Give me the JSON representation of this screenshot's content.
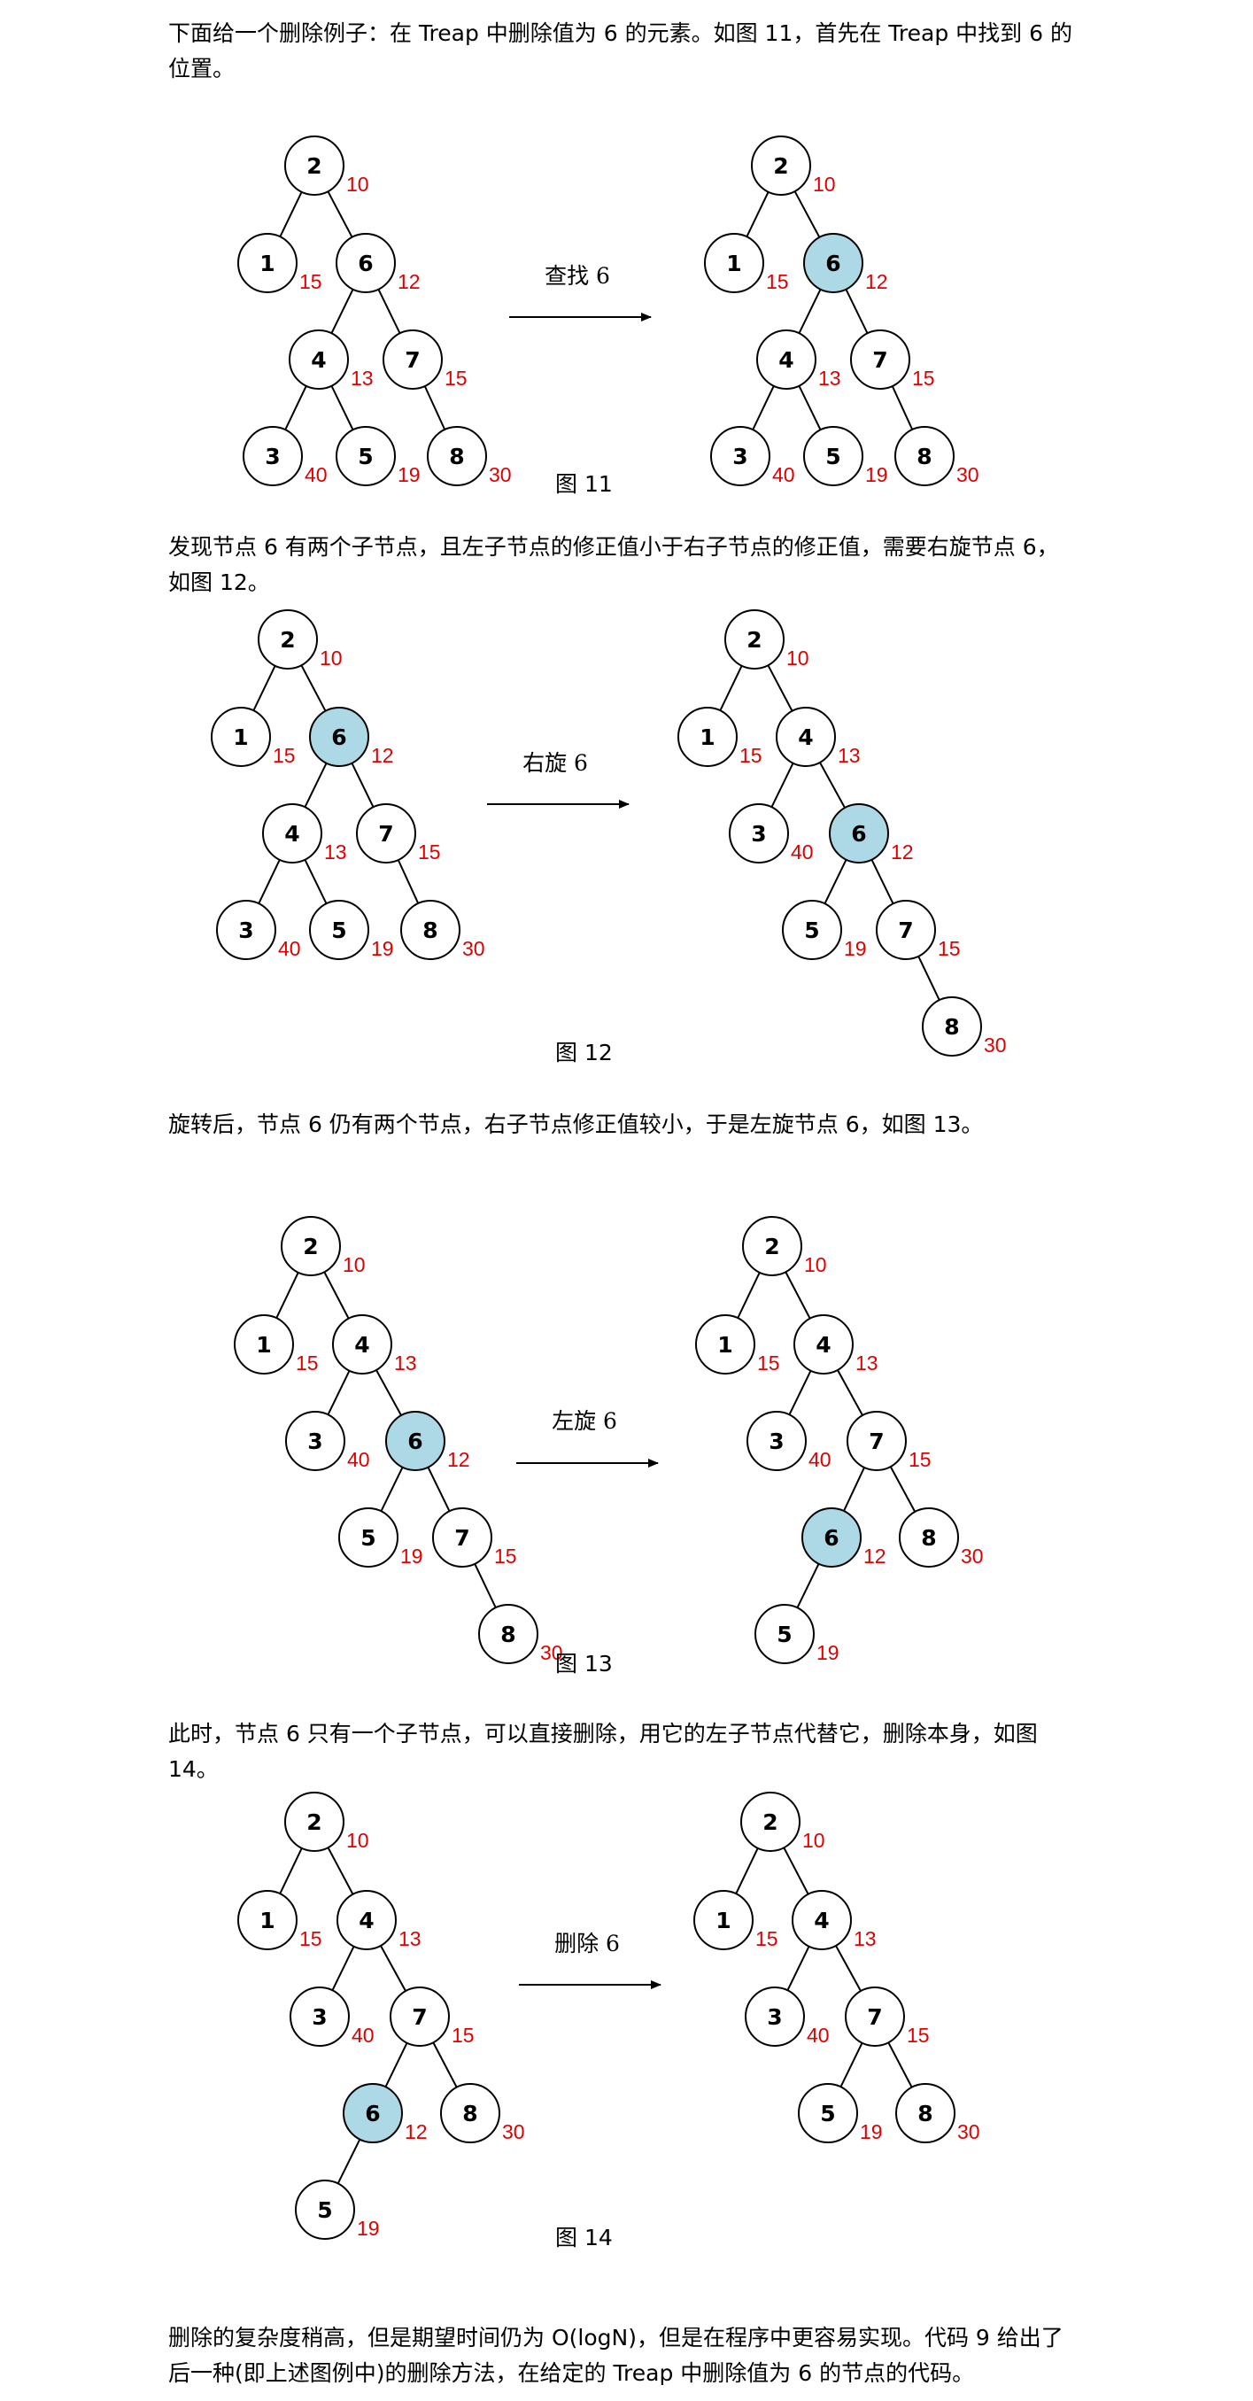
{
  "paragraphs": {
    "p1": "下面给一个删除例子：在 Treap 中删除值为 6 的元素。如图 11，首先在 Treap 中找到 6 的位置。",
    "p2": "发现节点 6 有两个子节点，且左子节点的修正值小于右子节点的修正值，需要右旋节点 6，如图 12。",
    "p3": "旋转后，节点 6 仍有两个节点，右子节点修正值较小，于是左旋节点 6，如图 13。",
    "p4": "此时，节点 6 只有一个子节点，可以直接删除，用它的左子节点代替它，删除本身，如图 14。",
    "p5": "删除的复杂度稍高，但是期望时间仍为 O(logN)，但是在程序中更容易实现。代码 9 给出了后一种(即上述图例中)的删除方法，在给定的 Treap 中删除值为 6 的节点的代码。"
  },
  "figures": [
    {
      "caption": "图 11",
      "arrow_label": "查找 6",
      "before": {
        "nodes": [
          {
            "id": "n2",
            "key": "2",
            "priority": "10",
            "highlighted": false
          },
          {
            "id": "n1",
            "key": "1",
            "priority": "15",
            "highlighted": false
          },
          {
            "id": "n6",
            "key": "6",
            "priority": "12",
            "highlighted": false
          },
          {
            "id": "n4",
            "key": "4",
            "priority": "13",
            "highlighted": false
          },
          {
            "id": "n7",
            "key": "7",
            "priority": "15",
            "highlighted": false
          },
          {
            "id": "n3",
            "key": "3",
            "priority": "40",
            "highlighted": false
          },
          {
            "id": "n5",
            "key": "5",
            "priority": "19",
            "highlighted": false
          },
          {
            "id": "n8",
            "key": "8",
            "priority": "30",
            "highlighted": false
          }
        ],
        "edges": [
          [
            "n2",
            "n1"
          ],
          [
            "n2",
            "n6"
          ],
          [
            "n6",
            "n4"
          ],
          [
            "n6",
            "n7"
          ],
          [
            "n4",
            "n3"
          ],
          [
            "n4",
            "n5"
          ],
          [
            "n7",
            "n8"
          ]
        ]
      },
      "after": {
        "nodes": [
          {
            "id": "n2",
            "key": "2",
            "priority": "10",
            "highlighted": false
          },
          {
            "id": "n1",
            "key": "1",
            "priority": "15",
            "highlighted": false
          },
          {
            "id": "n6",
            "key": "6",
            "priority": "12",
            "highlighted": true
          },
          {
            "id": "n4",
            "key": "4",
            "priority": "13",
            "highlighted": false
          },
          {
            "id": "n7",
            "key": "7",
            "priority": "15",
            "highlighted": false
          },
          {
            "id": "n3",
            "key": "3",
            "priority": "40",
            "highlighted": false
          },
          {
            "id": "n5",
            "key": "5",
            "priority": "19",
            "highlighted": false
          },
          {
            "id": "n8",
            "key": "8",
            "priority": "30",
            "highlighted": false
          }
        ],
        "edges": [
          [
            "n2",
            "n1"
          ],
          [
            "n2",
            "n6"
          ],
          [
            "n6",
            "n4"
          ],
          [
            "n6",
            "n7"
          ],
          [
            "n4",
            "n3"
          ],
          [
            "n4",
            "n5"
          ],
          [
            "n7",
            "n8"
          ]
        ]
      }
    },
    {
      "caption": "图 12",
      "arrow_label": "右旋 6",
      "before": {
        "nodes": [
          {
            "id": "n2",
            "key": "2",
            "priority": "10",
            "highlighted": false
          },
          {
            "id": "n1",
            "key": "1",
            "priority": "15",
            "highlighted": false
          },
          {
            "id": "n6",
            "key": "6",
            "priority": "12",
            "highlighted": true
          },
          {
            "id": "n4",
            "key": "4",
            "priority": "13",
            "highlighted": false
          },
          {
            "id": "n7",
            "key": "7",
            "priority": "15",
            "highlighted": false
          },
          {
            "id": "n3",
            "key": "3",
            "priority": "40",
            "highlighted": false
          },
          {
            "id": "n5",
            "key": "5",
            "priority": "19",
            "highlighted": false
          },
          {
            "id": "n8",
            "key": "8",
            "priority": "30",
            "highlighted": false
          }
        ],
        "edges": [
          [
            "n2",
            "n1"
          ],
          [
            "n2",
            "n6"
          ],
          [
            "n6",
            "n4"
          ],
          [
            "n6",
            "n7"
          ],
          [
            "n4",
            "n3"
          ],
          [
            "n4",
            "n5"
          ],
          [
            "n7",
            "n8"
          ]
        ]
      },
      "after": {
        "nodes": [
          {
            "id": "n2",
            "key": "2",
            "priority": "10",
            "highlighted": false
          },
          {
            "id": "n1",
            "key": "1",
            "priority": "15",
            "highlighted": false
          },
          {
            "id": "n4",
            "key": "4",
            "priority": "13",
            "highlighted": false
          },
          {
            "id": "n3",
            "key": "3",
            "priority": "40",
            "highlighted": false
          },
          {
            "id": "n6",
            "key": "6",
            "priority": "12",
            "highlighted": true
          },
          {
            "id": "n5",
            "key": "5",
            "priority": "19",
            "highlighted": false
          },
          {
            "id": "n7",
            "key": "7",
            "priority": "15",
            "highlighted": false
          },
          {
            "id": "n8",
            "key": "8",
            "priority": "30",
            "highlighted": false
          }
        ],
        "edges": [
          [
            "n2",
            "n1"
          ],
          [
            "n2",
            "n4"
          ],
          [
            "n4",
            "n3"
          ],
          [
            "n4",
            "n6"
          ],
          [
            "n6",
            "n5"
          ],
          [
            "n6",
            "n7"
          ],
          [
            "n7",
            "n8"
          ]
        ]
      }
    },
    {
      "caption": "图 13",
      "arrow_label": "左旋 6",
      "before": {
        "nodes": [
          {
            "id": "n2",
            "key": "2",
            "priority": "10",
            "highlighted": false
          },
          {
            "id": "n1",
            "key": "1",
            "priority": "15",
            "highlighted": false
          },
          {
            "id": "n4",
            "key": "4",
            "priority": "13",
            "highlighted": false
          },
          {
            "id": "n3",
            "key": "3",
            "priority": "40",
            "highlighted": false
          },
          {
            "id": "n6",
            "key": "6",
            "priority": "12",
            "highlighted": true
          },
          {
            "id": "n5",
            "key": "5",
            "priority": "19",
            "highlighted": false
          },
          {
            "id": "n7",
            "key": "7",
            "priority": "15",
            "highlighted": false
          },
          {
            "id": "n8",
            "key": "8",
            "priority": "30",
            "highlighted": false
          }
        ],
        "edges": [
          [
            "n2",
            "n1"
          ],
          [
            "n2",
            "n4"
          ],
          [
            "n4",
            "n3"
          ],
          [
            "n4",
            "n6"
          ],
          [
            "n6",
            "n5"
          ],
          [
            "n6",
            "n7"
          ],
          [
            "n7",
            "n8"
          ]
        ]
      },
      "after": {
        "nodes": [
          {
            "id": "n2",
            "key": "2",
            "priority": "10",
            "highlighted": false
          },
          {
            "id": "n1",
            "key": "1",
            "priority": "15",
            "highlighted": false
          },
          {
            "id": "n4",
            "key": "4",
            "priority": "13",
            "highlighted": false
          },
          {
            "id": "n3",
            "key": "3",
            "priority": "40",
            "highlighted": false
          },
          {
            "id": "n7",
            "key": "7",
            "priority": "15",
            "highlighted": false
          },
          {
            "id": "n6",
            "key": "6",
            "priority": "12",
            "highlighted": true
          },
          {
            "id": "n8",
            "key": "8",
            "priority": "30",
            "highlighted": false
          },
          {
            "id": "n5",
            "key": "5",
            "priority": "19",
            "highlighted": false
          }
        ],
        "edges": [
          [
            "n2",
            "n1"
          ],
          [
            "n2",
            "n4"
          ],
          [
            "n4",
            "n3"
          ],
          [
            "n4",
            "n7"
          ],
          [
            "n7",
            "n6"
          ],
          [
            "n7",
            "n8"
          ],
          [
            "n6",
            "n5"
          ]
        ]
      }
    },
    {
      "caption": "图 14",
      "arrow_label": "删除 6",
      "before": {
        "nodes": [
          {
            "id": "n2",
            "key": "2",
            "priority": "10",
            "highlighted": false
          },
          {
            "id": "n1",
            "key": "1",
            "priority": "15",
            "highlighted": false
          },
          {
            "id": "n4",
            "key": "4",
            "priority": "13",
            "highlighted": false
          },
          {
            "id": "n3",
            "key": "3",
            "priority": "40",
            "highlighted": false
          },
          {
            "id": "n7",
            "key": "7",
            "priority": "15",
            "highlighted": false
          },
          {
            "id": "n6",
            "key": "6",
            "priority": "12",
            "highlighted": true
          },
          {
            "id": "n8",
            "key": "8",
            "priority": "30",
            "highlighted": false
          },
          {
            "id": "n5",
            "key": "5",
            "priority": "19",
            "highlighted": false
          }
        ],
        "edges": [
          [
            "n2",
            "n1"
          ],
          [
            "n2",
            "n4"
          ],
          [
            "n4",
            "n3"
          ],
          [
            "n4",
            "n7"
          ],
          [
            "n7",
            "n6"
          ],
          [
            "n7",
            "n8"
          ],
          [
            "n6",
            "n5"
          ]
        ]
      },
      "after": {
        "nodes": [
          {
            "id": "n2",
            "key": "2",
            "priority": "10",
            "highlighted": false
          },
          {
            "id": "n1",
            "key": "1",
            "priority": "15",
            "highlighted": false
          },
          {
            "id": "n4",
            "key": "4",
            "priority": "13",
            "highlighted": false
          },
          {
            "id": "n3",
            "key": "3",
            "priority": "40",
            "highlighted": false
          },
          {
            "id": "n7",
            "key": "7",
            "priority": "15",
            "highlighted": false
          },
          {
            "id": "n5",
            "key": "5",
            "priority": "19",
            "highlighted": false
          },
          {
            "id": "n8",
            "key": "8",
            "priority": "30",
            "highlighted": false
          }
        ],
        "edges": [
          [
            "n2",
            "n1"
          ],
          [
            "n2",
            "n4"
          ],
          [
            "n4",
            "n3"
          ],
          [
            "n4",
            "n7"
          ],
          [
            "n7",
            "n5"
          ],
          [
            "n7",
            "n8"
          ]
        ]
      }
    }
  ]
}
